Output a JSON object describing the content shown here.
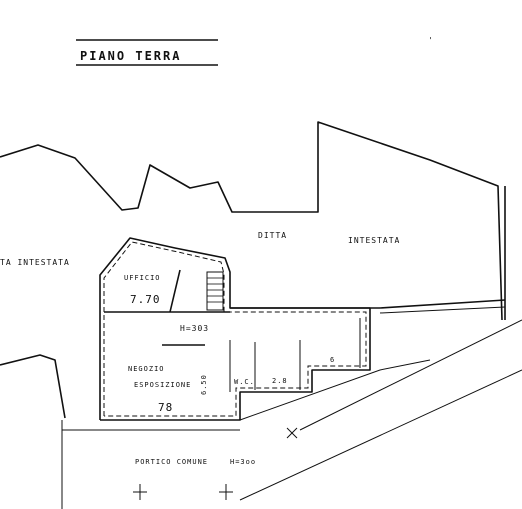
{
  "drawing": {
    "title": "PIANO TERRA"
  },
  "labels": {
    "ditta_left": "TA INTESTATA",
    "ditta_right_a": "DITTA",
    "ditta_right_b": "INTESTATA",
    "ufficio": "UFFICIO",
    "ufficio_dim": "7.70",
    "height": "H=303",
    "negozio_a": "NEGOZIO",
    "negozio_b": "ESPOSIZIONE",
    "negozio_dim": "78",
    "dim_small_a": "6.50",
    "wc": "W.C.",
    "dim_small_b": "2.8",
    "dim_small_c": "6",
    "portico": "PORTICO  COMUNE",
    "portico_h": "H=3oo"
  }
}
